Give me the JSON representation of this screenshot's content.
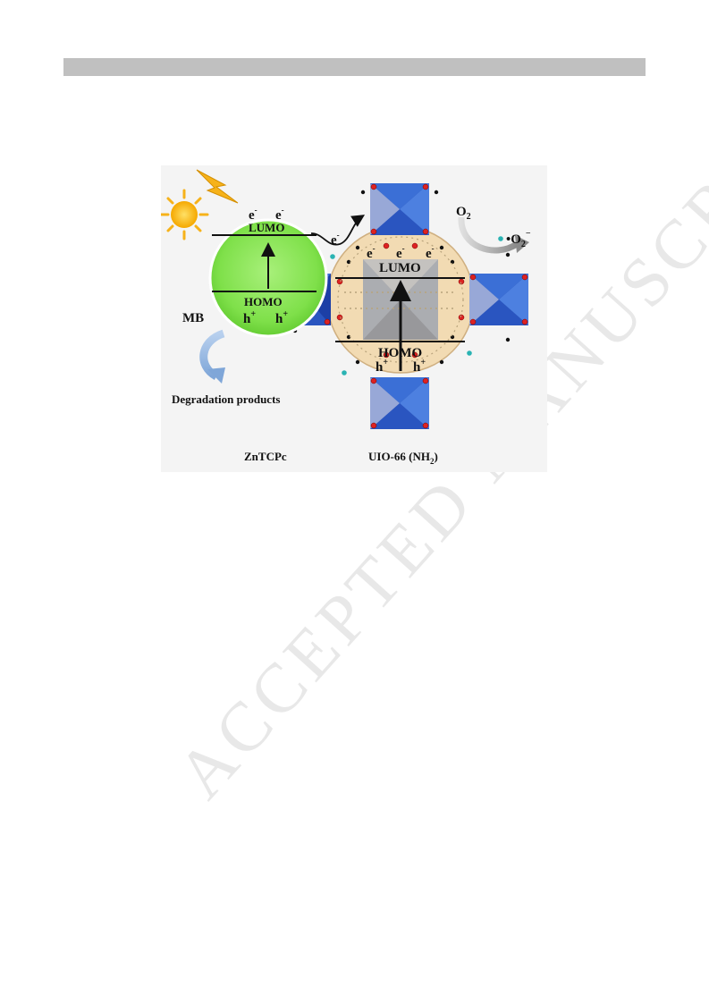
{
  "watermark": "ACCEPTED MANUSCRIPT",
  "figure": {
    "left": {
      "electron_1": "e",
      "electron_2": "e",
      "lumo": "LUMO",
      "homo": "HOMO",
      "hole_1": "h",
      "hole_2": "h",
      "caption": "ZnTCPc"
    },
    "transfer_electron": "e",
    "right": {
      "electron_1": "e",
      "electron_2": "e",
      "electron_3": "e",
      "lumo": "LUMO",
      "homo": "HOMO",
      "hole_1": "h",
      "hole_2": "h",
      "caption_main": "UIO-66 (NH",
      "caption_sub": "2",
      "caption_end": ")"
    },
    "oxygen": {
      "o2": "O",
      "o2_sub": "2",
      "superoxide": "•O",
      "superoxide_sub": "2"
    },
    "mb": "MB",
    "degradation": "Degradation products"
  }
}
